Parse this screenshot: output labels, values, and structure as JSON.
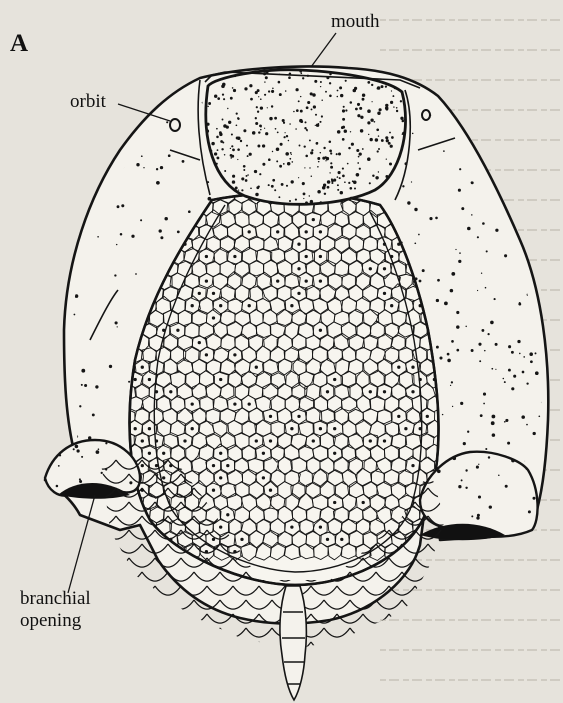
{
  "figure": {
    "panel_letter": "A",
    "labels": {
      "mouth": "mouth",
      "orbit": "orbit",
      "branchial_line1": "branchial",
      "branchial_line2": "opening"
    }
  },
  "colors": {
    "background": "#e6e3dc",
    "ink": "#151515",
    "paper_text_ghost": "#cfcbc2"
  }
}
